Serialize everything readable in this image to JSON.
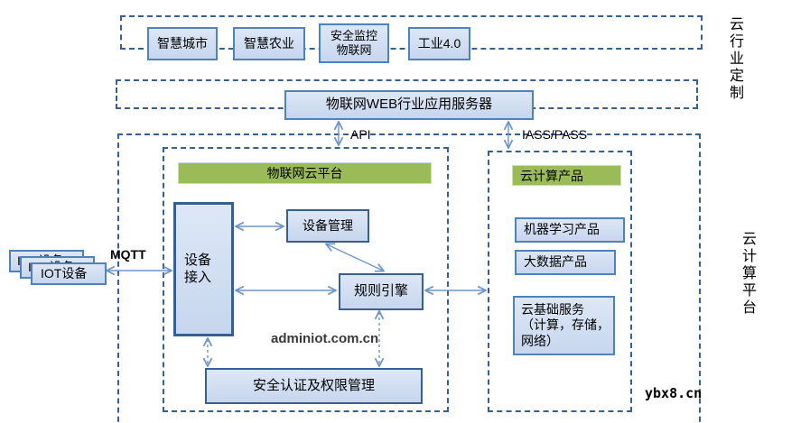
{
  "side_labels": {
    "industry_custom": "云行业定制",
    "cloud_platform": "云计算平台"
  },
  "industry_row": {
    "items": [
      "智慧城市",
      "智慧农业",
      "安全监控\n物联网",
      "工业4.0"
    ]
  },
  "web_server": {
    "label": "物联网WEB行业应用服务器"
  },
  "connections": {
    "api": "API",
    "iass": "IASS/PASS",
    "mqtt": "MQTT"
  },
  "iot_platform": {
    "header": "物联网云平台",
    "device_access": "设备\n接入",
    "device_mgmt": "设备管理",
    "rule_engine": "规则引擎",
    "auth": "安全认证及权限管理",
    "watermark": "adminiot.com.cn"
  },
  "cloud_products": {
    "header": "云计算产品",
    "items": [
      "机器学习产品",
      "大数据产品",
      "云基础服务\n（计算，存储，\n网络）"
    ]
  },
  "iot_devices": {
    "label": "IOT设备"
  },
  "site": "ybx8.cn",
  "colors": {
    "dash_border": "#376092",
    "box_fill": "#cbd9ef",
    "box_border": "#4f81bd",
    "green": "#9bbb59",
    "arrow": "#6e96c8"
  }
}
